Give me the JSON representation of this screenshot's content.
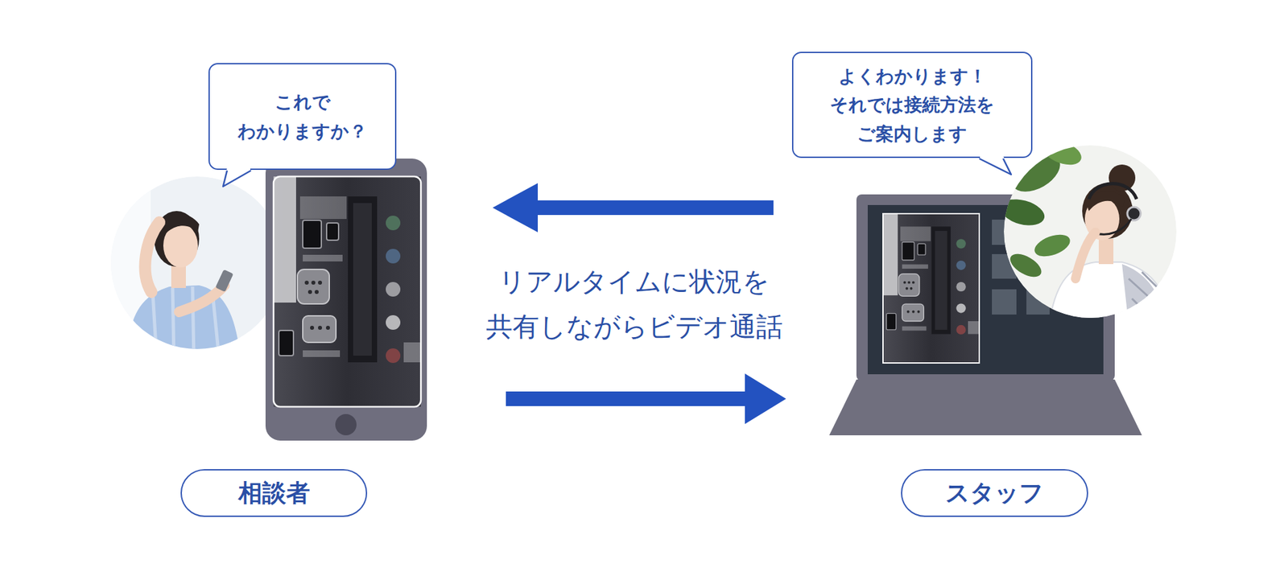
{
  "diagram": {
    "nodes": [
      {
        "text": [
          "これで わかりますか？"
        ]
      },
      {
        "text": [
          "よくわかります！ それでは接続方法を ご案内します"
        ]
      },
      {
        "text": [
          "相談者"
        ]
      },
      {
        "text": [
          "スタッフ"
        ]
      }
    ],
    "labels": [
      "リアルタイムに状況を 共有しながらビデオ通話"
    ]
  }
}
